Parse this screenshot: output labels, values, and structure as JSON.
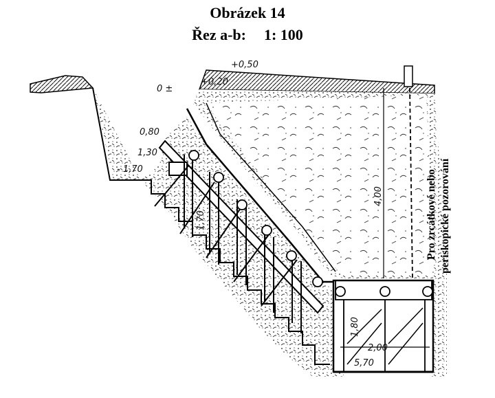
{
  "title": "Obrázek 14",
  "subtitle": "Řez a-b:",
  "scale": "1: 100",
  "labels": {
    "plus_050": "+0,50",
    "zero": "0 ±",
    "plus_020": "+0,20",
    "v080": "0,80",
    "v130": "1,30",
    "v170": "- 1,70",
    "v170b": "1,70",
    "v400": "4,00",
    "v180": "1,80",
    "v200": "2,00",
    "v570": "5,70"
  },
  "note_line1": "Pro zrcátkové nebo",
  "note_line2": "periskopické pozorování"
}
